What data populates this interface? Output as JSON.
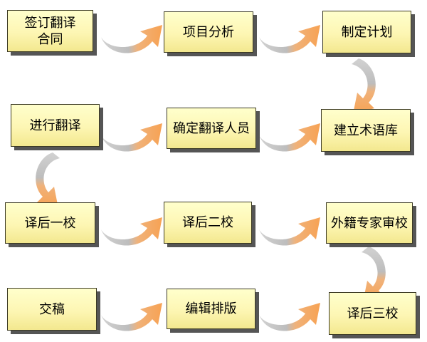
{
  "steps": [
    {
      "id": "sign-contract",
      "label": "签订翻译\n合同"
    },
    {
      "id": "project-analysis",
      "label": "项目分析"
    },
    {
      "id": "make-plan",
      "label": "制定计划"
    },
    {
      "id": "translate",
      "label": "进行翻译"
    },
    {
      "id": "assign-translators",
      "label": "确定翻译人员"
    },
    {
      "id": "build-termbase",
      "label": "建立术语库"
    },
    {
      "id": "first-review",
      "label": "译后一校"
    },
    {
      "id": "second-review",
      "label": "译后二校"
    },
    {
      "id": "expert-review",
      "label": "外籍专家审校"
    },
    {
      "id": "deliver",
      "label": "交稿"
    },
    {
      "id": "layout",
      "label": "编辑排版"
    },
    {
      "id": "third-review",
      "label": "译后三校"
    }
  ],
  "arrow_colors": {
    "head": "#f5a45c",
    "tail": "#c8c8c8"
  }
}
